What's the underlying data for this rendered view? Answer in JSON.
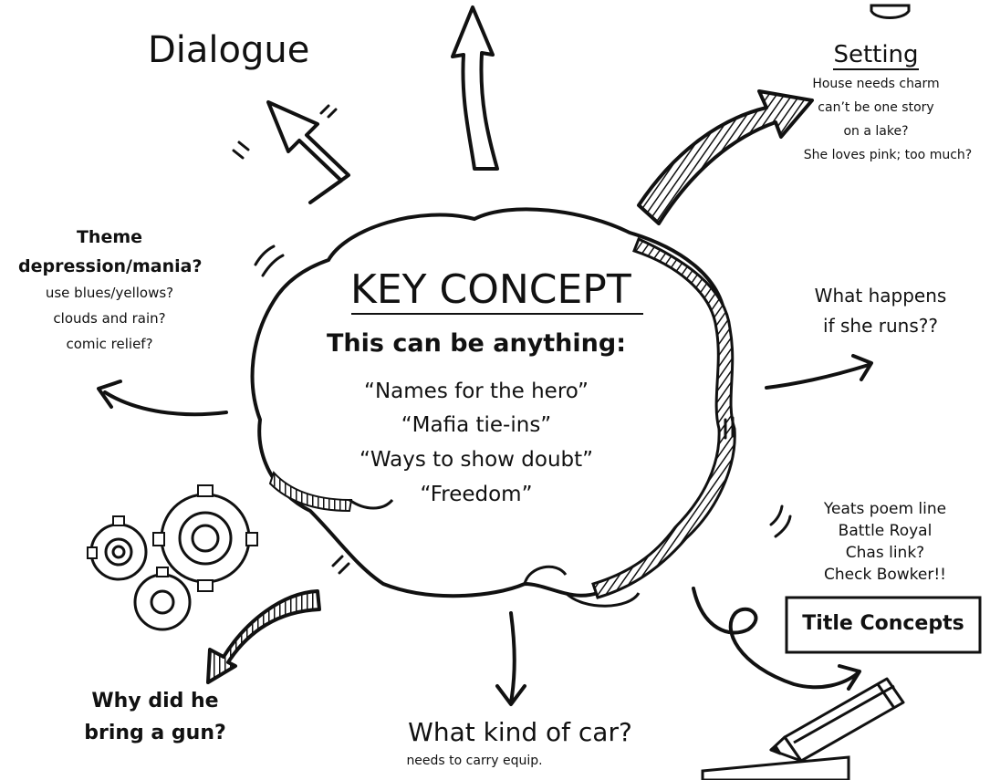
{
  "center": {
    "title": "KEY CONCEPT",
    "subtitle": "This can be anything:",
    "examples": [
      "“Names for the hero”",
      "“Mafia tie-ins”",
      "“Ways to show doubt”",
      "“Freedom”"
    ]
  },
  "dialogue": {
    "title": "Dialogue"
  },
  "setting": {
    "title": "Setting",
    "lines": [
      "House needs charm",
      "can’t be one story",
      "on a lake?",
      "She loves pink; too much?"
    ]
  },
  "theme": {
    "title": "Theme",
    "subtitle": "depression/mania?",
    "lines": [
      "use blues/yellows?",
      "clouds and rain?",
      "comic relief?"
    ]
  },
  "runs": {
    "lines": [
      "What happens",
      "if she runs??"
    ]
  },
  "title_concepts": {
    "notes": [
      "Yeats poem line",
      "Battle Royal",
      "Chas link?",
      "Check Bowker!!"
    ],
    "box_label": "Title Concepts"
  },
  "gun": {
    "lines": [
      "Why did he",
      "bring a gun?"
    ]
  },
  "car": {
    "title": "What kind of car?",
    "note": "needs to carry equip."
  },
  "colors": {
    "ink": "#111111",
    "paper": "#ffffff"
  }
}
